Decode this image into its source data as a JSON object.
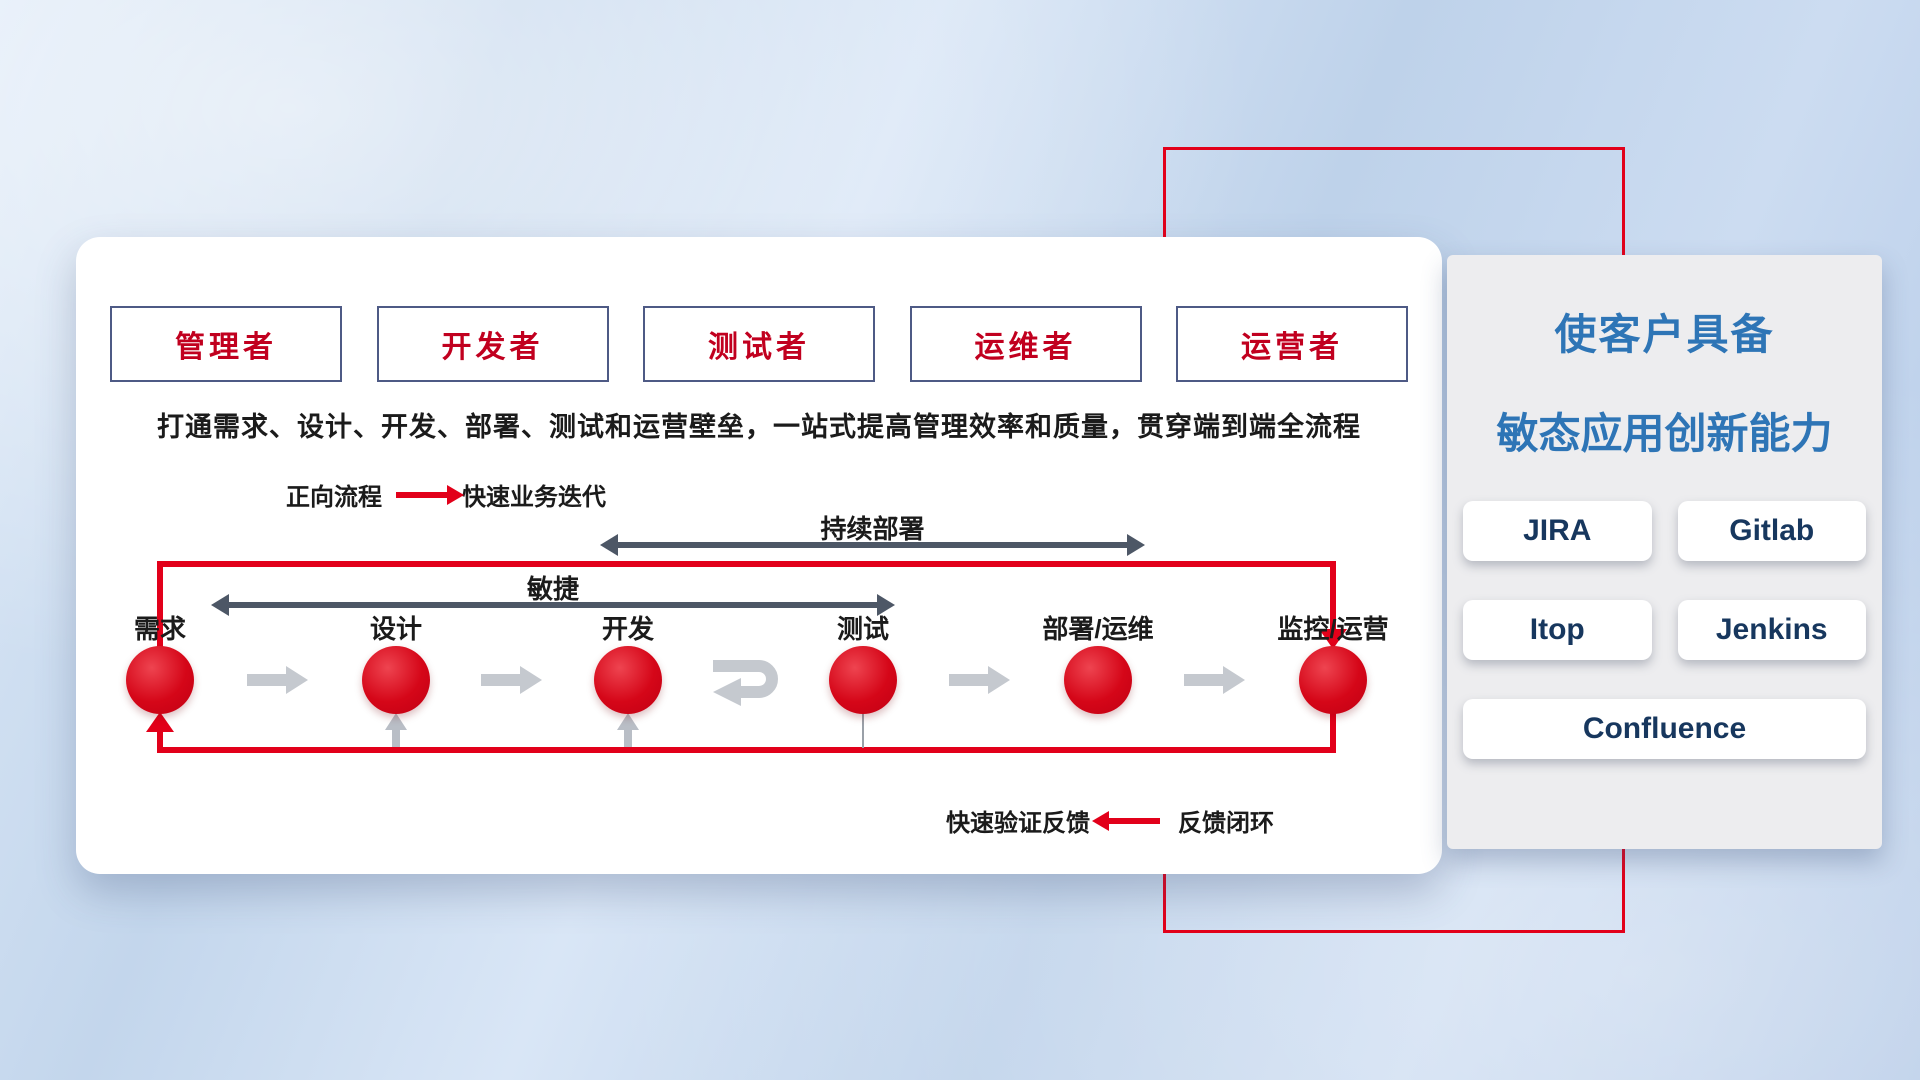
{
  "main_panel": {
    "roles": [
      "管理者",
      "开发者",
      "测试者",
      "运维者",
      "运营者"
    ],
    "description": "打通需求、设计、开发、部署、测试和运营壁垒，一站式提高管理效率和质量，贯穿端到端全流程",
    "forward_legend": {
      "label": "正向流程",
      "desc": "快速业务迭代"
    },
    "feedback_legend": {
      "desc": "快速验证反馈",
      "label": "反馈闭环"
    },
    "span_labels": {
      "continuous_deployment": "持续部署",
      "agile": "敏捷"
    },
    "stages": [
      "需求",
      "设计",
      "开发",
      "测试",
      "部署/运维",
      "监控/运营"
    ]
  },
  "right_panel": {
    "title_line1": "使客户具备",
    "title_line2": "敏态应用创新能力",
    "tools": [
      "JIRA",
      "Gitlab",
      "Itop",
      "Jenkins",
      "Confluence"
    ]
  },
  "colors": {
    "accent_red": "#e2001a",
    "span_arrow_gray": "#4d5766",
    "flow_arrow_gray": "#c5c9cf",
    "title_blue": "#2e75b6",
    "tool_text_navy": "#17375e",
    "role_text_red": "#c1001f"
  }
}
